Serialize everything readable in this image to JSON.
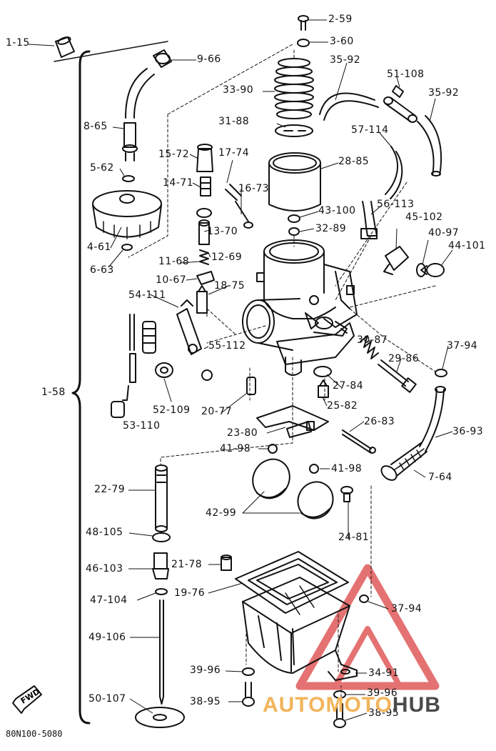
{
  "diagram": {
    "drawing_code": "80N100-5080",
    "direction_mark": "FWD",
    "assembly_label": "1-58",
    "colors": {
      "line": "#111111",
      "watermark_red": "#e05a5a",
      "watermark_orange": "#f2b45a",
      "watermark_gray": "#4a4a4a"
    },
    "callouts": [
      {
        "id": "c-1-15",
        "text": "1-15"
      },
      {
        "id": "c-2-59",
        "text": "2-59"
      },
      {
        "id": "c-3-60",
        "text": "3-60"
      },
      {
        "id": "c-9-66",
        "text": "9-66"
      },
      {
        "id": "c-35-92a",
        "text": "35-92"
      },
      {
        "id": "c-51-108",
        "text": "51-108"
      },
      {
        "id": "c-35-92b",
        "text": "35-92"
      },
      {
        "id": "c-33-90",
        "text": "33-90"
      },
      {
        "id": "c-8-65",
        "text": "8-65"
      },
      {
        "id": "c-31-88",
        "text": "31-88"
      },
      {
        "id": "c-57-114",
        "text": "57-114"
      },
      {
        "id": "c-15-72",
        "text": "15-72"
      },
      {
        "id": "c-17-74",
        "text": "17-74"
      },
      {
        "id": "c-28-85",
        "text": "28-85"
      },
      {
        "id": "c-5-62",
        "text": "5-62"
      },
      {
        "id": "c-14-71",
        "text": "14-71"
      },
      {
        "id": "c-16-73",
        "text": "16-73"
      },
      {
        "id": "c-56-113",
        "text": "56-113"
      },
      {
        "id": "c-43-100",
        "text": "43-100"
      },
      {
        "id": "c-45-102",
        "text": "45-102"
      },
      {
        "id": "c-32-89",
        "text": "32-89"
      },
      {
        "id": "c-40-97",
        "text": "40-97"
      },
      {
        "id": "c-13-70",
        "text": "13-70"
      },
      {
        "id": "c-4-61",
        "text": "4-61"
      },
      {
        "id": "c-44-101",
        "text": "44-101"
      },
      {
        "id": "c-6-63",
        "text": "6-63"
      },
      {
        "id": "c-12-69",
        "text": "12-69"
      },
      {
        "id": "c-11-68",
        "text": "11-68"
      },
      {
        "id": "c-10-67",
        "text": "10-67"
      },
      {
        "id": "c-18-75",
        "text": "18-75"
      },
      {
        "id": "c-54-111",
        "text": "54-111"
      },
      {
        "id": "c-30-87",
        "text": "30-87"
      },
      {
        "id": "c-37-94a",
        "text": "37-94"
      },
      {
        "id": "c-55-112",
        "text": "55-112"
      },
      {
        "id": "c-29-86",
        "text": "29-86"
      },
      {
        "id": "c-27-84",
        "text": "27-84"
      },
      {
        "id": "c-52-109",
        "text": "52-109"
      },
      {
        "id": "c-25-82",
        "text": "25-82"
      },
      {
        "id": "c-20-77",
        "text": "20-77"
      },
      {
        "id": "c-53-110",
        "text": "53-110"
      },
      {
        "id": "c-26-83",
        "text": "26-83"
      },
      {
        "id": "c-23-80",
        "text": "23-80"
      },
      {
        "id": "c-36-93",
        "text": "36-93"
      },
      {
        "id": "c-41-98a",
        "text": "41-98"
      },
      {
        "id": "c-41-98b",
        "text": "41-98"
      },
      {
        "id": "c-7-64",
        "text": "7-64"
      },
      {
        "id": "c-22-79",
        "text": "22-79"
      },
      {
        "id": "c-42-99",
        "text": "42-99"
      },
      {
        "id": "c-48-105",
        "text": "48-105"
      },
      {
        "id": "c-24-81",
        "text": "24-81"
      },
      {
        "id": "c-46-103",
        "text": "46-103"
      },
      {
        "id": "c-21-78",
        "text": "21-78"
      },
      {
        "id": "c-19-76",
        "text": "19-76"
      },
      {
        "id": "c-47-104",
        "text": "47-104"
      },
      {
        "id": "c-37-94b",
        "text": "37-94"
      },
      {
        "id": "c-49-106",
        "text": "49-106"
      },
      {
        "id": "c-39-96a",
        "text": "39-96"
      },
      {
        "id": "c-34-91",
        "text": "34-91"
      },
      {
        "id": "c-39-96b",
        "text": "39-96"
      },
      {
        "id": "c-50-107",
        "text": "50-107"
      },
      {
        "id": "c-38-95a",
        "text": "38-95"
      },
      {
        "id": "c-38-95b",
        "text": "38-95"
      }
    ]
  },
  "watermark": {
    "part1": "AUTO",
    "part2": "MOTO",
    "part3": "HUB"
  }
}
